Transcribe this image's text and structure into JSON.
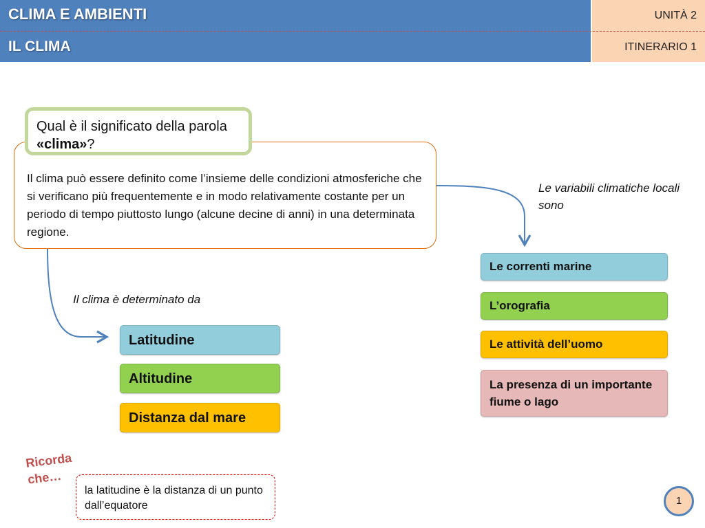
{
  "header": {
    "title": "CLIMA E AMBIENTI",
    "subtitle": "IL CLIMA",
    "unit": "UNITÀ 2",
    "itinerary": "ITINERARIO 1"
  },
  "question": {
    "prefix": "Qual è il significato della parola ",
    "keyword": "«clima»",
    "suffix": "?"
  },
  "definition": "Il clima può essere definito come l’insieme delle condizioni atmosferiche che si verificano più frequentemente e in modo relativamente costante per un periodo di tempo piuttosto lungo (alcune decine di anni) in una determinata regione.",
  "left_branch": {
    "caption": "Il clima è determinato da",
    "items": [
      "Latitudine",
      "Altitudine",
      "Distanza dal mare"
    ]
  },
  "right_branch": {
    "caption": "Le variabili climatiche locali sono",
    "items": [
      "Le correnti marine",
      "L’orografia",
      "Le attività dell’uomo",
      "La presenza di un importante fiume o lago"
    ]
  },
  "reminder": {
    "label": "Ricorda che…",
    "text": "la latitudine è la distanza di un punto dall’equatore"
  },
  "page_number": "1",
  "colors": {
    "header_blue": "#4f81bd",
    "header_peach": "#fbd4b4",
    "box_blue": "#92cddc",
    "box_green": "#92d050",
    "box_orange": "#ffc000",
    "box_pink": "#e6b9b8",
    "question_border": "#c3d69b",
    "definition_border": "#e46c0a",
    "arrow": "#4f81bd"
  }
}
